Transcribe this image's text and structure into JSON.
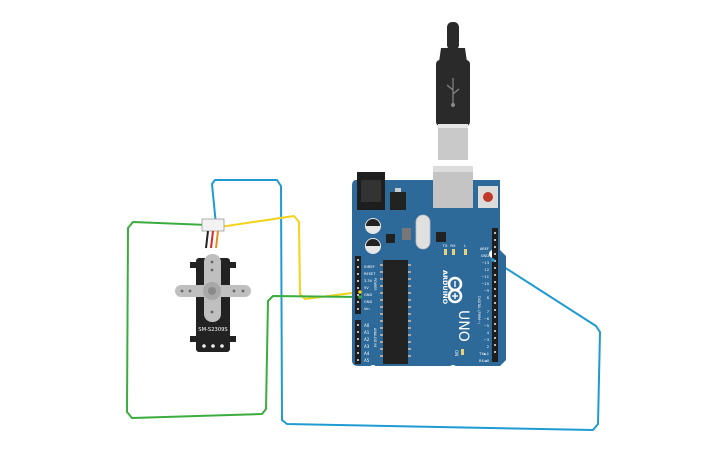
{
  "servo": {
    "model_label": "SM-S2309S"
  },
  "arduino": {
    "brand": "ARDUINO",
    "model": "UNO",
    "power_header_labels": [
      "IOREF",
      "RESET",
      "3.3V",
      "5V",
      "GND",
      "GND",
      "Vin"
    ],
    "analog_header_labels": [
      "A0",
      "A1",
      "A2",
      "A3",
      "A4",
      "A5"
    ],
    "analog_title": "ANALOG IN",
    "power_title": "POWER",
    "digital_title": "DIGITAL (PWM~)",
    "digital_header_labels": [
      "AREF",
      "GND",
      "~13",
      "12",
      "~11",
      "~10",
      "~9",
      "8",
      "7",
      "~6",
      "~5",
      "4",
      "~3",
      "2",
      "TX►1",
      "RX◄0"
    ],
    "led_labels": [
      "TX",
      "RX",
      "L"
    ],
    "on_label": "ON"
  },
  "colors": {
    "board": "#2d6a9a",
    "wire_blue": "#1f9bd1",
    "wire_yellow": "#f2d21b",
    "wire_green": "#3aad3e",
    "usb_black": "#2a2a2a"
  }
}
